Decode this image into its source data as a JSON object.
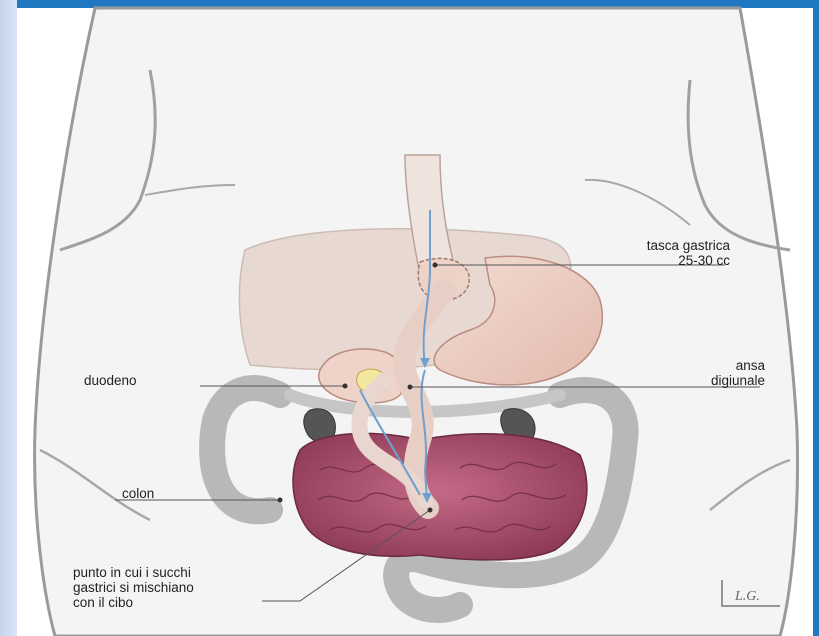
{
  "labels": {
    "tasca_line1": "tasca gastrica",
    "tasca_line2": "25-30 cc",
    "ansa_line1": "ansa",
    "ansa_line2": "digiunale",
    "duodeno": "duodeno",
    "colon": "colon",
    "punto_line1": "punto in cui i succhi",
    "punto_line2": "gastrici si mischiano",
    "punto_line3": "con il cibo"
  },
  "signature": "L.G.",
  "colors": {
    "frame_blue": "#1f78c1",
    "frame_light": "#c5d3ec",
    "body_fill": "#f4f4f4",
    "body_outline": "#9a9a9a",
    "liver": "#e7d9d2",
    "stomach": "#efd2c8",
    "small_intestine": "#a8506c",
    "colon": "#b8b8b8",
    "flow_arrow": "#6fa0cf"
  }
}
